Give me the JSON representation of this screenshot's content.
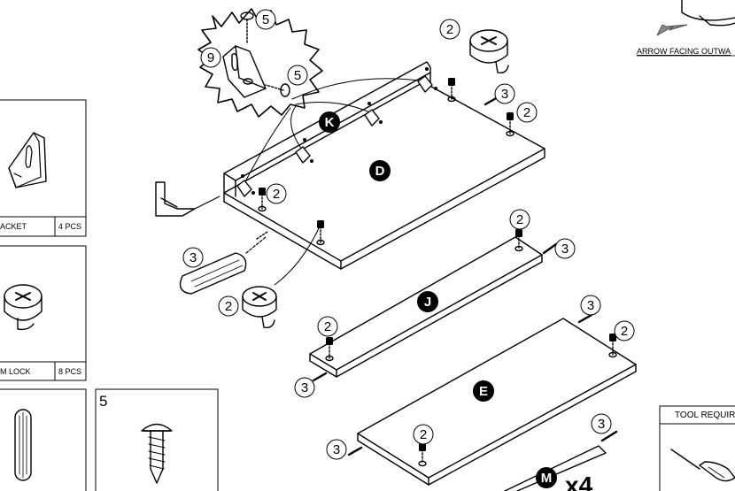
{
  "callouts": {
    "c2": "2",
    "c3": "3",
    "c5": "5",
    "c9": "9"
  },
  "panels": {
    "K": "K",
    "D": "D",
    "J": "J",
    "E": "E",
    "M": "M"
  },
  "multiplier": "x4",
  "arrow_note": "ARROW FACING OUTWA",
  "tool_box_title": "TOOL REQUIR",
  "parts_list": {
    "bracket_name": "ACKET",
    "bracket_qty": "4 PCS",
    "cam_lock_name": "M LOCK",
    "cam_lock_qty": "8 PCS",
    "screw_number": "5"
  },
  "colors": {
    "line": "#000000",
    "background": "#ffffff",
    "arrow_fill": "#888888"
  }
}
